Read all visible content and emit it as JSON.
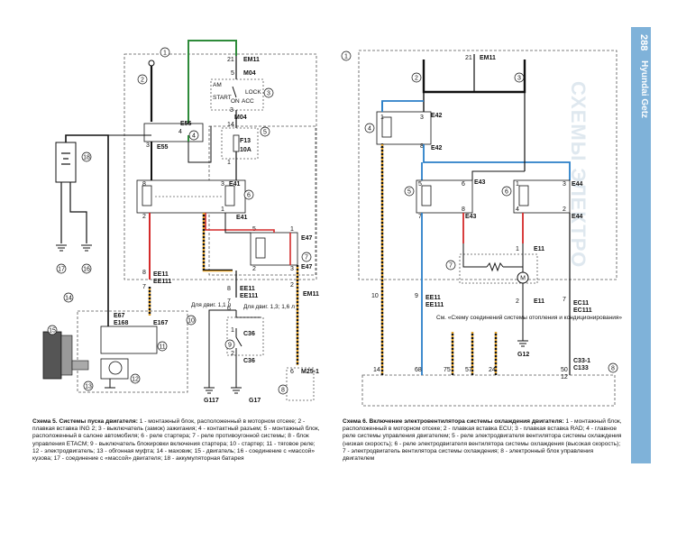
{
  "page_number": "288",
  "side_title": "Hyundai Getz",
  "ghost_text": "СХЕМЫ ЭЛЕКТРО",
  "diagram_left": {
    "refs": [
      "1",
      "2",
      "3",
      "4",
      "5",
      "6",
      "7",
      "8",
      "9",
      "10",
      "11",
      "12",
      "13",
      "14",
      "15",
      "16",
      "17",
      "18"
    ],
    "connectors": {
      "em11_top": "EM11",
      "pin21": "21",
      "m04": "M04",
      "pin5": "5",
      "pin3": "3",
      "m04_b": "M04",
      "am": "AM",
      "lock": "LOCK",
      "start": "START",
      "on": "ON",
      "acc": "ACC",
      "pin14": "14",
      "pin1": "1",
      "f13": "F13",
      "f13_rating": "10A",
      "e55_top": "E55",
      "e55_bot": "E55",
      "pin4": "4",
      "pin3b": "3",
      "e41_top": "E41",
      "e41_bot": "E41",
      "pin8": "8",
      "pin3c": "3",
      "pin1c": "1",
      "pin2c": "2",
      "e47_top": "E47",
      "e47_bot": "E47",
      "pin5e": "5",
      "pin1e": "1",
      "pin3e": "3",
      "pin2e": "2",
      "ee11_a": "EE11",
      "ee111_a": "EE111",
      "pin8f": "8",
      "pin7f": "7",
      "ee11_b": "EE11",
      "ee111_b": "EE111",
      "pin8g": "8",
      "pin7g": "7",
      "pin6g": "6",
      "eng_11": "Для двиг. 1,1 л",
      "eng_13": "Для двиг. 1,3; 1,6 л",
      "em11_r": "EM11",
      "pin2r": "2",
      "c36_top": "C36",
      "c36_bot": "C36",
      "pin1h": "1",
      "pin2h": "2",
      "m25": "M25-1",
      "pin6m": "6",
      "e67": "E67",
      "e168": "E168",
      "e167": "E167",
      "g117": "G117",
      "g17": "G17"
    }
  },
  "diagram_right": {
    "refs": [
      "1",
      "2",
      "3",
      "4",
      "5",
      "6",
      "7",
      "8"
    ],
    "connectors": {
      "em11": "EM11",
      "pin21": "21",
      "e42_top": "E42",
      "e42_bot": "E42",
      "pin1": "1",
      "pin2": "2",
      "pin3": "3",
      "pin8": "8",
      "e43_top": "E43",
      "e43_bot": "E43",
      "pin5a": "5",
      "pin6a": "6",
      "pin7a": "7",
      "pin8a": "8",
      "e44_top": "E44",
      "e44_bot": "E44",
      "pin1b": "1",
      "pin3b": "3",
      "pin4b": "4",
      "pin2b": "2",
      "e11_top": "E11",
      "e11_bot": "E11",
      "pin1m": "1",
      "pin2m": "2",
      "ee11": "EE11",
      "ee111": "EE111",
      "pin10": "10",
      "pin9": "9",
      "ec11": "EC11",
      "ec111": "EC111",
      "pin7c": "7",
      "note": "См. «Схему соединений системы отопления и кондиционирования»",
      "g12": "G12",
      "c33": "C33-1",
      "c133": "C133",
      "p14": "14",
      "p68": "68",
      "p75": "75",
      "p57": "57",
      "p24": "24",
      "p50": "50",
      "p12": "12"
    }
  },
  "captions": {
    "left_title": "Схема 5. Системы пуска двигателя:",
    "left_text": "1 - монтажный блок, расположенный в моторном отсеке; 2 - плавкая вставка ING 2; 3 - выключатель (замок) зажигания; 4 - контактный разъем; 5 - монтажный блок, расположенный в салоне автомобиля; 6 - реле стартера; 7 - реле противоугонной системы; 8 - блок управления ETACM; 9 - выключатель блокировки включения стартера; 10 - стартер; 11 - тяговое реле; 12 - электродвигатель; 13 - обгонная муфта; 14 - маховик; 15 - двигатель; 16 - соединение с «массой» кузова; 17 - соединение с «массой» двигателя; 18 - аккумуляторная батарея",
    "right_title": "Схема 6. Включение электровентилятора системы охлаждения двигателя:",
    "right_text": "1 - монтажный блок, расположенный в моторном отсеке; 2 - плавкая вставка ECU; 3 - плавкая вставка RAD; 4 - главное реле системы управления двигателем; 5 - реле электродвигателя вентилятора системы охлаждения (низкая скорость); 6 - реле электродвигателя вентилятора системы охлаждения (высокая скорость); 7 - электродвигатель вентилятора системы охлаждения; 8 - электронный блок управления двигателем"
  },
  "colors": {
    "green": "#2e8b3a",
    "red": "#d42a2a",
    "orange": "#e0a02a",
    "blue": "#2a7fc8",
    "black": "#111111",
    "dash": "#555555",
    "accent": "#7fb2d9"
  }
}
